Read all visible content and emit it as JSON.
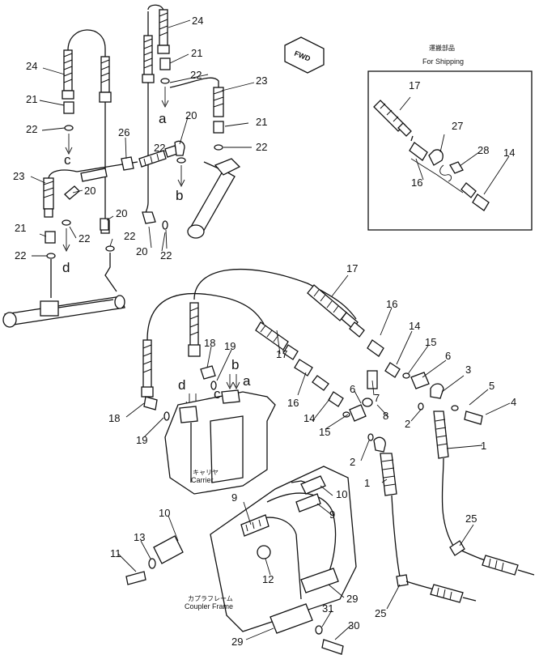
{
  "shipping_box": {
    "title_jp": "運搬部品",
    "title_en": "For Shipping"
  },
  "fwd_label": "FWD",
  "carrier": {
    "jp": "キャリヤ",
    "en": "Carrier"
  },
  "coupler_frame": {
    "jp": "カプラフレーム",
    "en": "Coupler Frame"
  },
  "letters": {
    "a": "a",
    "b": "b",
    "c": "c",
    "d": "d"
  },
  "callouts": {
    "p1": "1",
    "p2": "2",
    "p3": "3",
    "p4": "4",
    "p5": "5",
    "p6": "6",
    "p7": "7",
    "p8": "8",
    "p9": "9",
    "p10": "10",
    "p11": "11",
    "p12": "12",
    "p13": "13",
    "p14": "14",
    "p15": "15",
    "p16": "16",
    "p17": "17",
    "p18": "18",
    "p19": "19",
    "p20": "20",
    "p21": "21",
    "p22": "22",
    "p23": "23",
    "p24": "24",
    "p25": "25",
    "p26": "26",
    "p27": "27",
    "p28": "28",
    "p29": "29",
    "p30": "30",
    "p31": "31"
  }
}
